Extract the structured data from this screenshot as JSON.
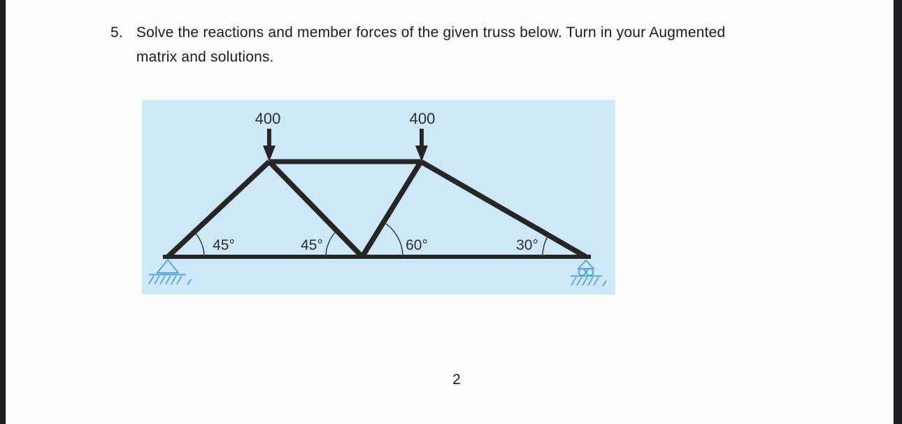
{
  "question": {
    "number": "5.",
    "lines": [
      "Solve the reactions and member forces of the given truss below. Turn in your Augmented",
      "matrix and solutions."
    ]
  },
  "footer": {
    "page_number": "2"
  },
  "diagram": {
    "type": "truss-free-body-diagram",
    "loads": [
      {
        "label": "400",
        "at": "top-left-joint",
        "direction": "down"
      },
      {
        "label": "400",
        "at": "top-right-joint",
        "direction": "down"
      }
    ],
    "angles": [
      {
        "label": "45°",
        "at": "left-support-joint"
      },
      {
        "label": "45°",
        "at": "center-joint-left-side"
      },
      {
        "label": "60°",
        "at": "center-joint-right-side"
      },
      {
        "label": "30°",
        "at": "right-support-joint"
      }
    ],
    "supports": [
      {
        "type": "pin",
        "side": "left"
      },
      {
        "type": "roller",
        "side": "right"
      }
    ],
    "colors": {
      "background": "#cde8f8",
      "member": "#262626",
      "support": "#4a9fd6"
    }
  }
}
